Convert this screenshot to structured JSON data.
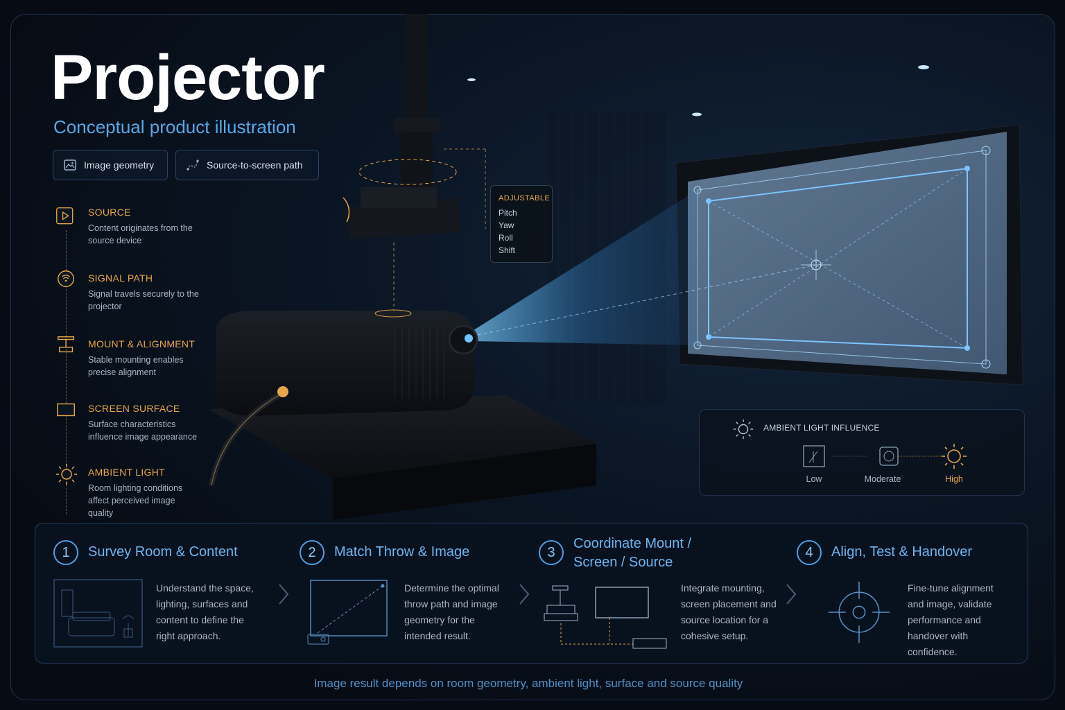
{
  "header": {
    "title": "Projector",
    "subtitle": "Conceptual product illustration"
  },
  "toggles": [
    {
      "label": "Image geometry",
      "icon": "image-icon"
    },
    {
      "label": "Source-to-screen path",
      "icon": "path-icon"
    }
  ],
  "legend": [
    {
      "title": "SOURCE",
      "desc": "Content originates from the source device",
      "icon": "play-icon"
    },
    {
      "title": "SIGNAL PATH",
      "desc": "Signal travels securely to the projector",
      "icon": "signal-icon"
    },
    {
      "title": "MOUNT & ALIGNMENT",
      "desc": "Stable mounting enables precise alignment",
      "icon": "mount-icon"
    },
    {
      "title": "SCREEN SURFACE",
      "desc": "Surface characteristics influence image appearance",
      "icon": "screen-icon"
    },
    {
      "title": "AMBIENT LIGHT",
      "desc": "Room lighting conditions affect perceived image quality",
      "icon": "sun-icon"
    }
  ],
  "adjustable": {
    "heading": "ADJUSTABLE",
    "items": [
      "Pitch",
      "Yaw",
      "Roll",
      "Shift"
    ]
  },
  "ambient": {
    "title": "AMBIENT LIGHT INFLUENCE",
    "levels": [
      "Low",
      "Moderate",
      "High"
    ],
    "active_level": "High"
  },
  "steps": [
    {
      "num": "1",
      "title": "Survey Room & Content",
      "desc": "Understand the space, lighting, surfaces and content to define the right approach."
    },
    {
      "num": "2",
      "title": "Match Throw & Image",
      "desc": "Determine the optimal throw path and image geometry for the intended result."
    },
    {
      "num": "3",
      "title_line1": "Coordinate Mount /",
      "title_line2": "Screen / Source",
      "desc": "Integrate mounting, screen placement and source location for a cohesive setup."
    },
    {
      "num": "4",
      "title": "Align, Test & Handover",
      "desc": "Fine-tune alignment and image, validate performance and handover with confidence."
    }
  ],
  "footer": "Image result depends on room geometry, ambient light, surface and source quality",
  "colors": {
    "accent_blue": "#58a8e6",
    "accent_orange": "#e7a64a",
    "background": "#070c14"
  }
}
